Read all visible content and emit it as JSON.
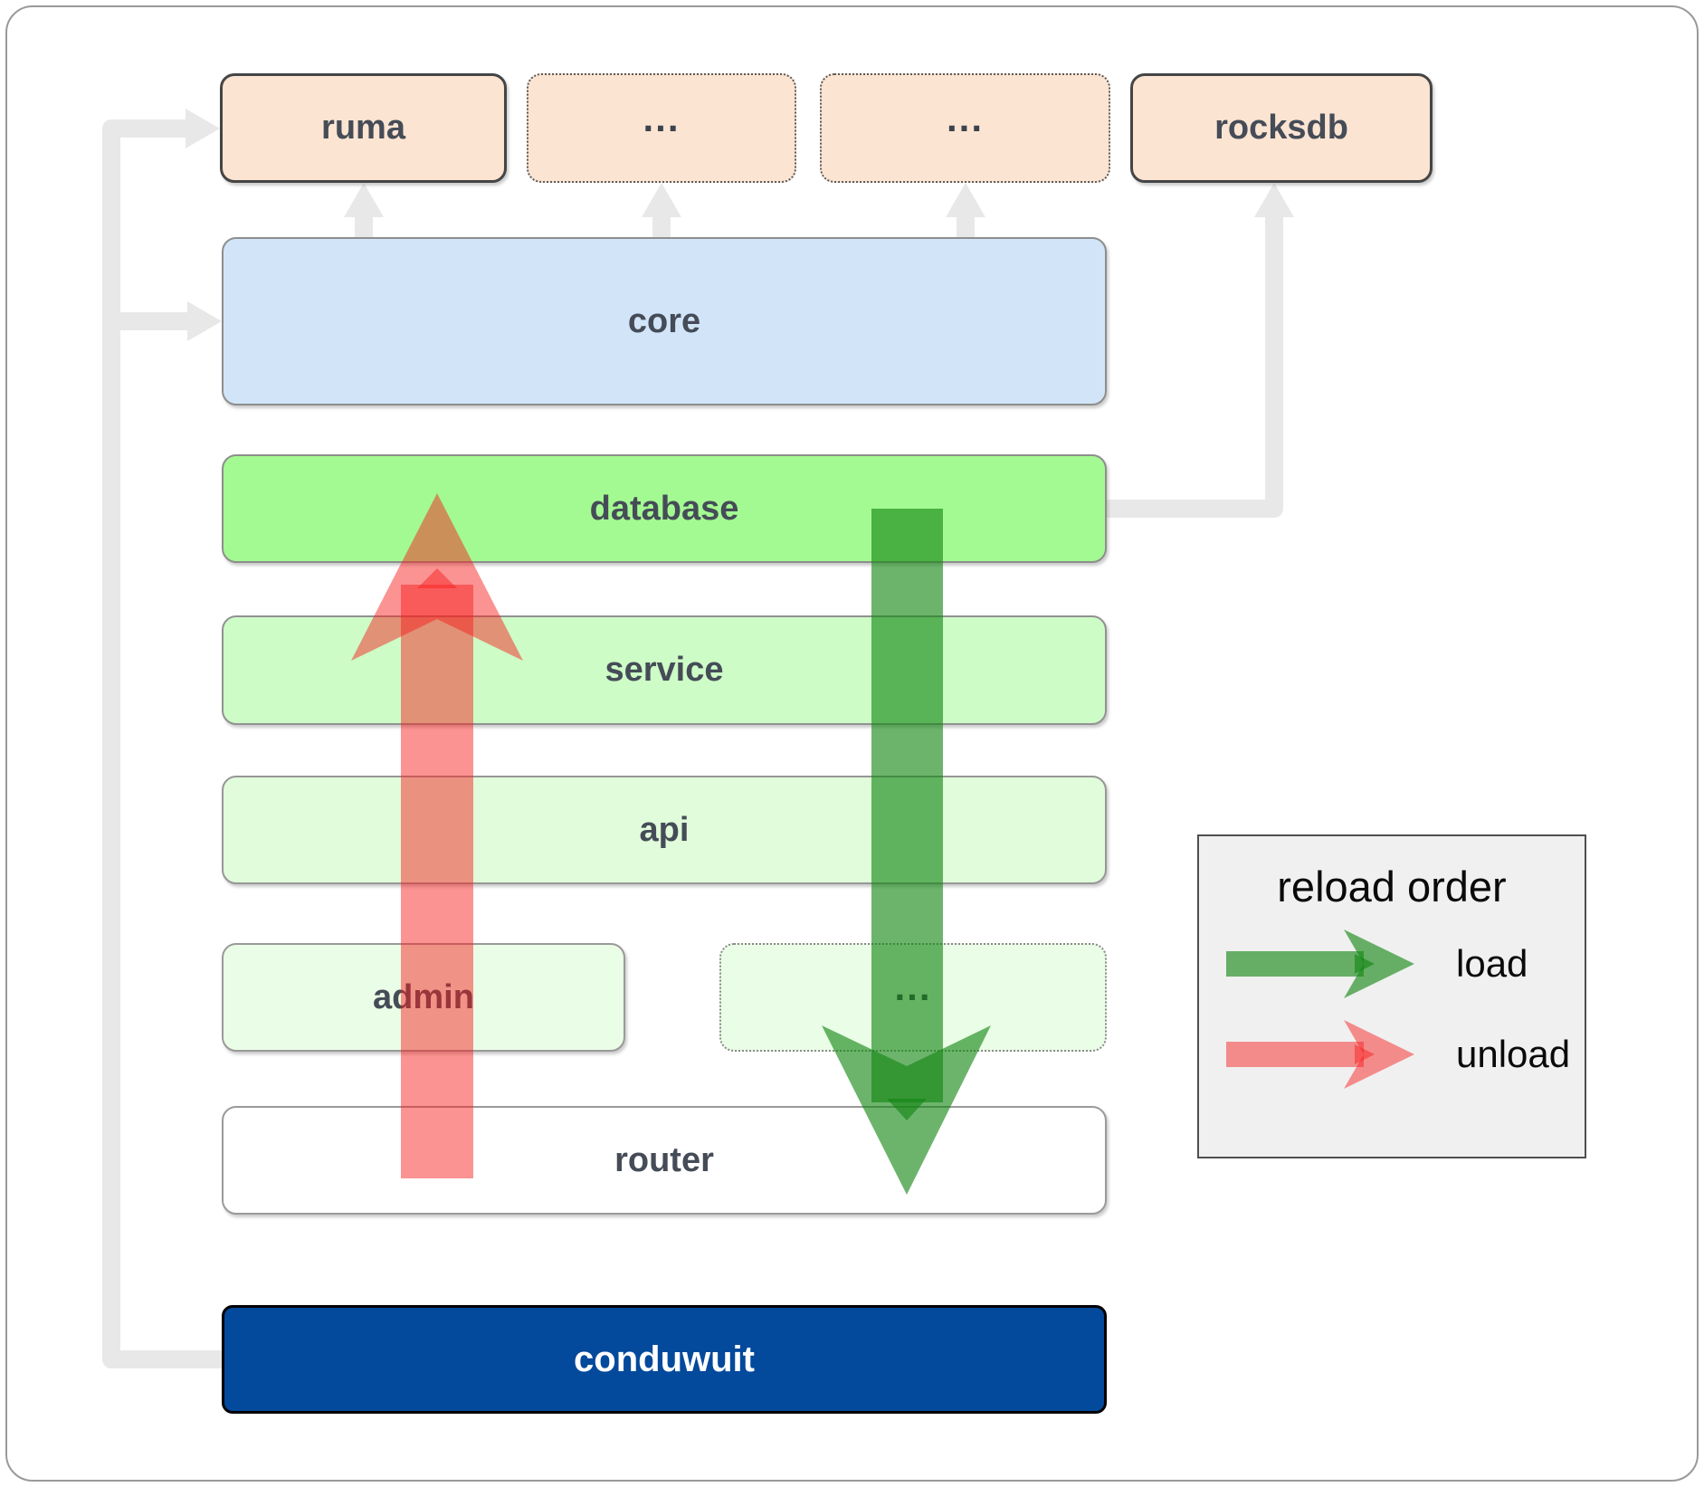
{
  "nodes": {
    "ruma": {
      "label": "ruma"
    },
    "top_ellipsis_1": {
      "label": "..."
    },
    "top_ellipsis_2": {
      "label": "..."
    },
    "rocksdb": {
      "label": "rocksdb"
    },
    "core": {
      "label": "core"
    },
    "database": {
      "label": "database"
    },
    "service": {
      "label": "service"
    },
    "api": {
      "label": "api"
    },
    "admin": {
      "label": "admin"
    },
    "admin_row_ellipsis": {
      "label": "..."
    },
    "router": {
      "label": "router"
    },
    "conduwuit": {
      "label": "conduwuit"
    }
  },
  "legend": {
    "title": "reload order",
    "items": [
      {
        "label": "load",
        "color": "#118611"
      },
      {
        "label": "unload",
        "color": "#f71e1e"
      }
    ]
  },
  "colors": {
    "load_arrow": "rgba(17,134,17,0.62)",
    "unload_arrow": "rgba(247,30,30,0.48)",
    "connector": "#e8e8e8",
    "node_fill_external": "#fce4d2",
    "node_fill_core": "#d2e5f8",
    "node_fill_database": "#a4fa92",
    "node_fill_service": "#cdfcc7",
    "node_fill_api": "#e0fcda",
    "node_fill_admin": "#eafde6",
    "node_fill_router": "#ffffff",
    "node_fill_conduwuit": "#03499c",
    "legend_bg": "#f0f0f0"
  }
}
